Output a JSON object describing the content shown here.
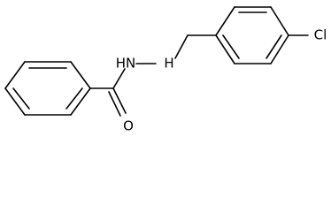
{
  "molecule": {
    "atoms": {
      "nh_left": "HN",
      "nh_right": "H",
      "oxygen": "O",
      "chlorine": "Cl"
    }
  }
}
